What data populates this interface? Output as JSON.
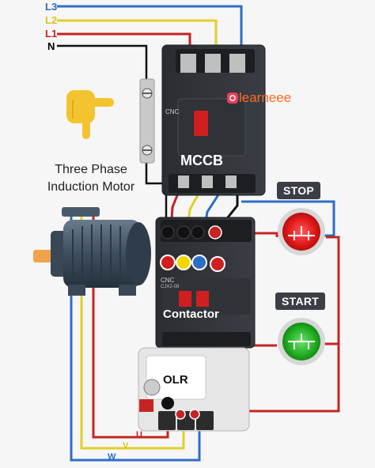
{
  "supply_lines": [
    {
      "label": "L3",
      "color": "#2d6ec5"
    },
    {
      "label": "L2",
      "color": "#e1cf2a"
    },
    {
      "label": "L1",
      "color": "#c62424"
    },
    {
      "label": "N",
      "color": "#111111"
    }
  ],
  "motor": {
    "line1": "Three Phase",
    "line2": "Induction Motor"
  },
  "mccb": {
    "label": "MCCB",
    "brand": "CNC"
  },
  "contactor": {
    "label": "Contactor",
    "brand": "CNC",
    "model": "CJX2-09"
  },
  "olr": {
    "label": "OLR"
  },
  "stop_button": {
    "label": "STOP",
    "color": "#e32222"
  },
  "start_button": {
    "label": "START",
    "color": "#2cb32c"
  },
  "watermark": {
    "text": "learneee"
  },
  "motor_terminals": {
    "u": "U",
    "v": "V",
    "w": "W"
  }
}
